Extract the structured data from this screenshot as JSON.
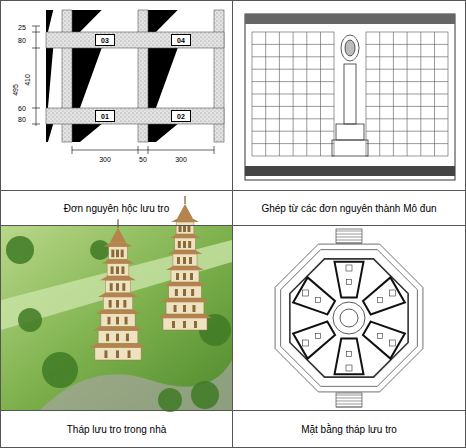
{
  "diagram": {
    "nodes": [
      {
        "text": [
          "03"
        ]
      },
      {
        "text": [
          "04"
        ]
      },
      {
        "text": [
          "01"
        ]
      },
      {
        "text": [
          "02"
        ]
      },
      {
        "text": [
          "Đơn nguyên hộc lưu tro"
        ]
      },
      {
        "text": [
          "Ghép từ các đơn nguyên thành Mô đun"
        ]
      },
      {
        "text": [
          "Tháp lưu tro trong nhà"
        ]
      },
      {
        "text": [
          "Mặt bằng tháp lưu tro"
        ]
      }
    ],
    "labels": [
      "25",
      "80",
      "495",
      "410",
      "60",
      "80",
      "300",
      "50",
      "300"
    ]
  }
}
